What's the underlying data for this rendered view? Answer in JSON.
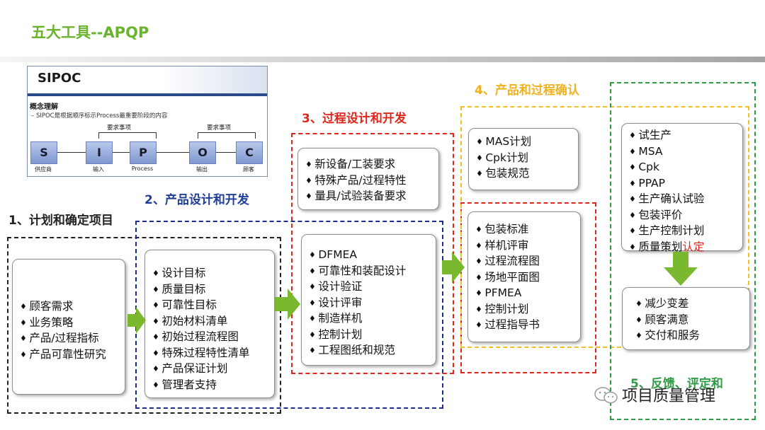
{
  "title": "五大工具--APQP",
  "sipoc": {
    "title": "SIPOC",
    "subtitle": "概念理解",
    "description": "–  SIPOC是根据顺序标示Process最重要阶段的内容",
    "requirement_label": "要求事项",
    "steps": [
      {
        "letter": "S",
        "label": "供应商"
      },
      {
        "letter": "I",
        "label": "输入"
      },
      {
        "letter": "P",
        "label": "Process"
      },
      {
        "letter": "O",
        "label": "输出"
      },
      {
        "letter": "C",
        "label": "顾客"
      }
    ]
  },
  "stages": [
    {
      "heading": "1、计划和确定项目",
      "items": [
        "顾客需求",
        "业务策略",
        "产品/过程指标",
        "产品可靠性研究"
      ]
    },
    {
      "heading": "2、产品设计和开发",
      "items": [
        "设计目标",
        "质量目标",
        "可靠性目标",
        "初始材料清单",
        "初始过程流程图",
        "特殊过程特性清单",
        "产品保证计划",
        "管理者支持"
      ]
    },
    {
      "heading": "3、过程设计和开发",
      "items_top": [
        "新设备/工装要求",
        "特殊产品/过程特性",
        "量具/试验装备要求"
      ],
      "items": [
        "DFMEA",
        "可靠性和装配设计",
        "设计验证",
        "设计评审",
        "制造样机",
        "控制计划",
        "工程图纸和规范"
      ]
    },
    {
      "heading": "4、产品和过程确认",
      "items_top": [
        "MAS计划",
        "Cpk计划",
        "包装规范"
      ],
      "items": [
        "包装标准",
        "样机评审",
        "过程流程图",
        "场地平面图",
        "PFMEA",
        "控制计划",
        "过程指导书"
      ]
    },
    {
      "heading": "5、反馈、评定和",
      "items_top": [
        "试生产",
        "MSA",
        "Cpk",
        "PPAP",
        "生产确认试验",
        "包装评价",
        "生产控制计划"
      ],
      "last_item_prefix": "质量策划",
      "last_item_highlight": "认定",
      "items_bottom": [
        "减少变差",
        "顾客满意",
        "交付和服务"
      ]
    }
  ],
  "watermark": "项目质量管理",
  "colors": {
    "title": "#6ab42d",
    "arrow": "#7ab830",
    "stage2": "#1f3e99",
    "stage3": "#e0261c",
    "stage4": "#efb11c",
    "stage5": "#2f9b46"
  }
}
